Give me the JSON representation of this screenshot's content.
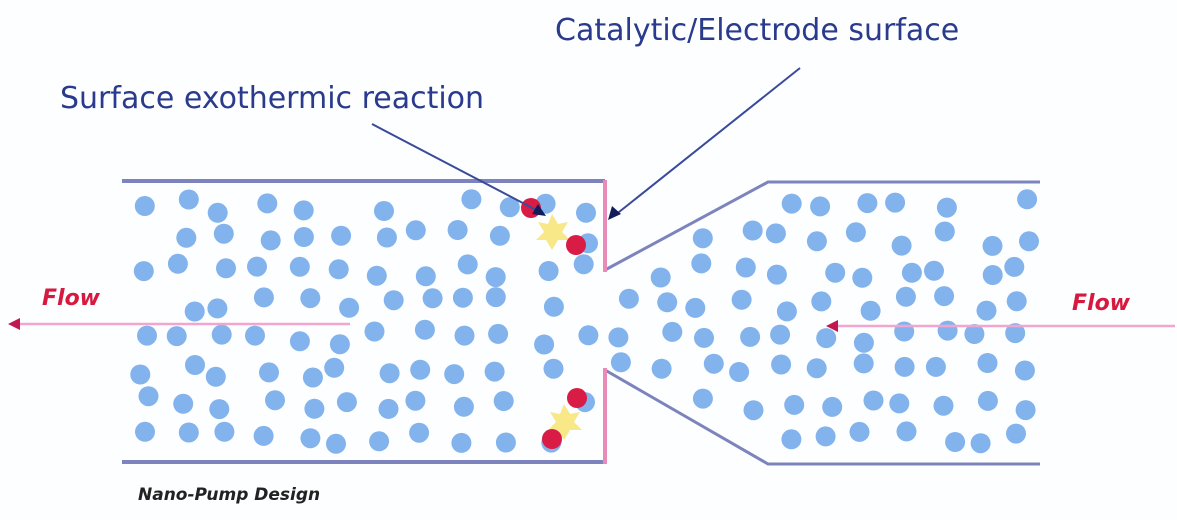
{
  "labels": {
    "catalytic": "Catalytic/Electrode surface",
    "reaction": "Surface exothermic reaction",
    "flow_left": "Flow",
    "flow_right": "Flow",
    "caption": "Nano-Pump Design"
  },
  "colors": {
    "wall": "#7d84bd",
    "electrode": "#e98bb8",
    "particle": "#82b3ec",
    "product": "#d81c45",
    "heat": "#f7e67a",
    "flow": "#f2a6cf",
    "text": "#2a3a8c"
  }
}
